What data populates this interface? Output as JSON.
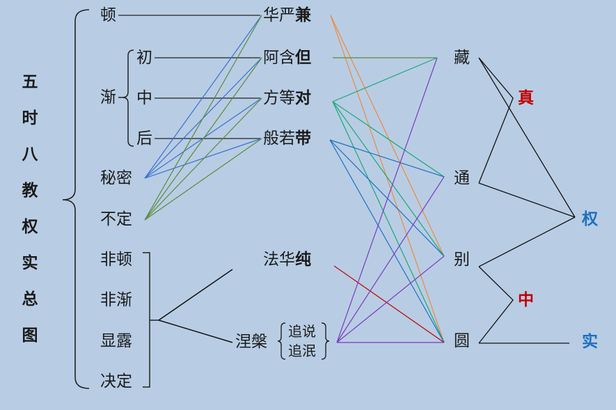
{
  "title_chars": [
    "五",
    "时",
    "八",
    "教",
    "权",
    "实",
    "总",
    "图"
  ],
  "left": {
    "dun": "顿",
    "jian": "渐",
    "chu": "初",
    "zhong": "中",
    "hou": "后",
    "mimi": "秘密",
    "buding": "不定",
    "feidun": "非顿",
    "feijian": "非渐",
    "xianlu": "显露",
    "jueding": "决定"
  },
  "middle": {
    "huayan": "华严",
    "huayan_b": "兼",
    "ahan": "阿含",
    "ahan_b": "但",
    "fangdeng": "方等",
    "fangdeng_b": "对",
    "bore": "般若",
    "bore_b": "带",
    "fahua": "法华",
    "fahua_b": "纯",
    "niepan": "涅槃",
    "zhuishuo": "追说",
    "zhuimin": "追泯"
  },
  "right": {
    "zang": "藏",
    "tong": "通",
    "bie": "别",
    "yuan": "圆",
    "zhen": "真",
    "zhongdao": "中",
    "quan": "权",
    "shi": "实"
  },
  "colors": {
    "background": "#b8cde4",
    "blue_line": "#3b6fd0",
    "green_line": "#5a8a3a",
    "orange_line": "#ee8a3a",
    "teal_line": "#18a878",
    "purple_line": "#7a3ac0",
    "red_line": "#c00000",
    "red_text": "#c00000",
    "blue_text": "#1f6fc0"
  }
}
